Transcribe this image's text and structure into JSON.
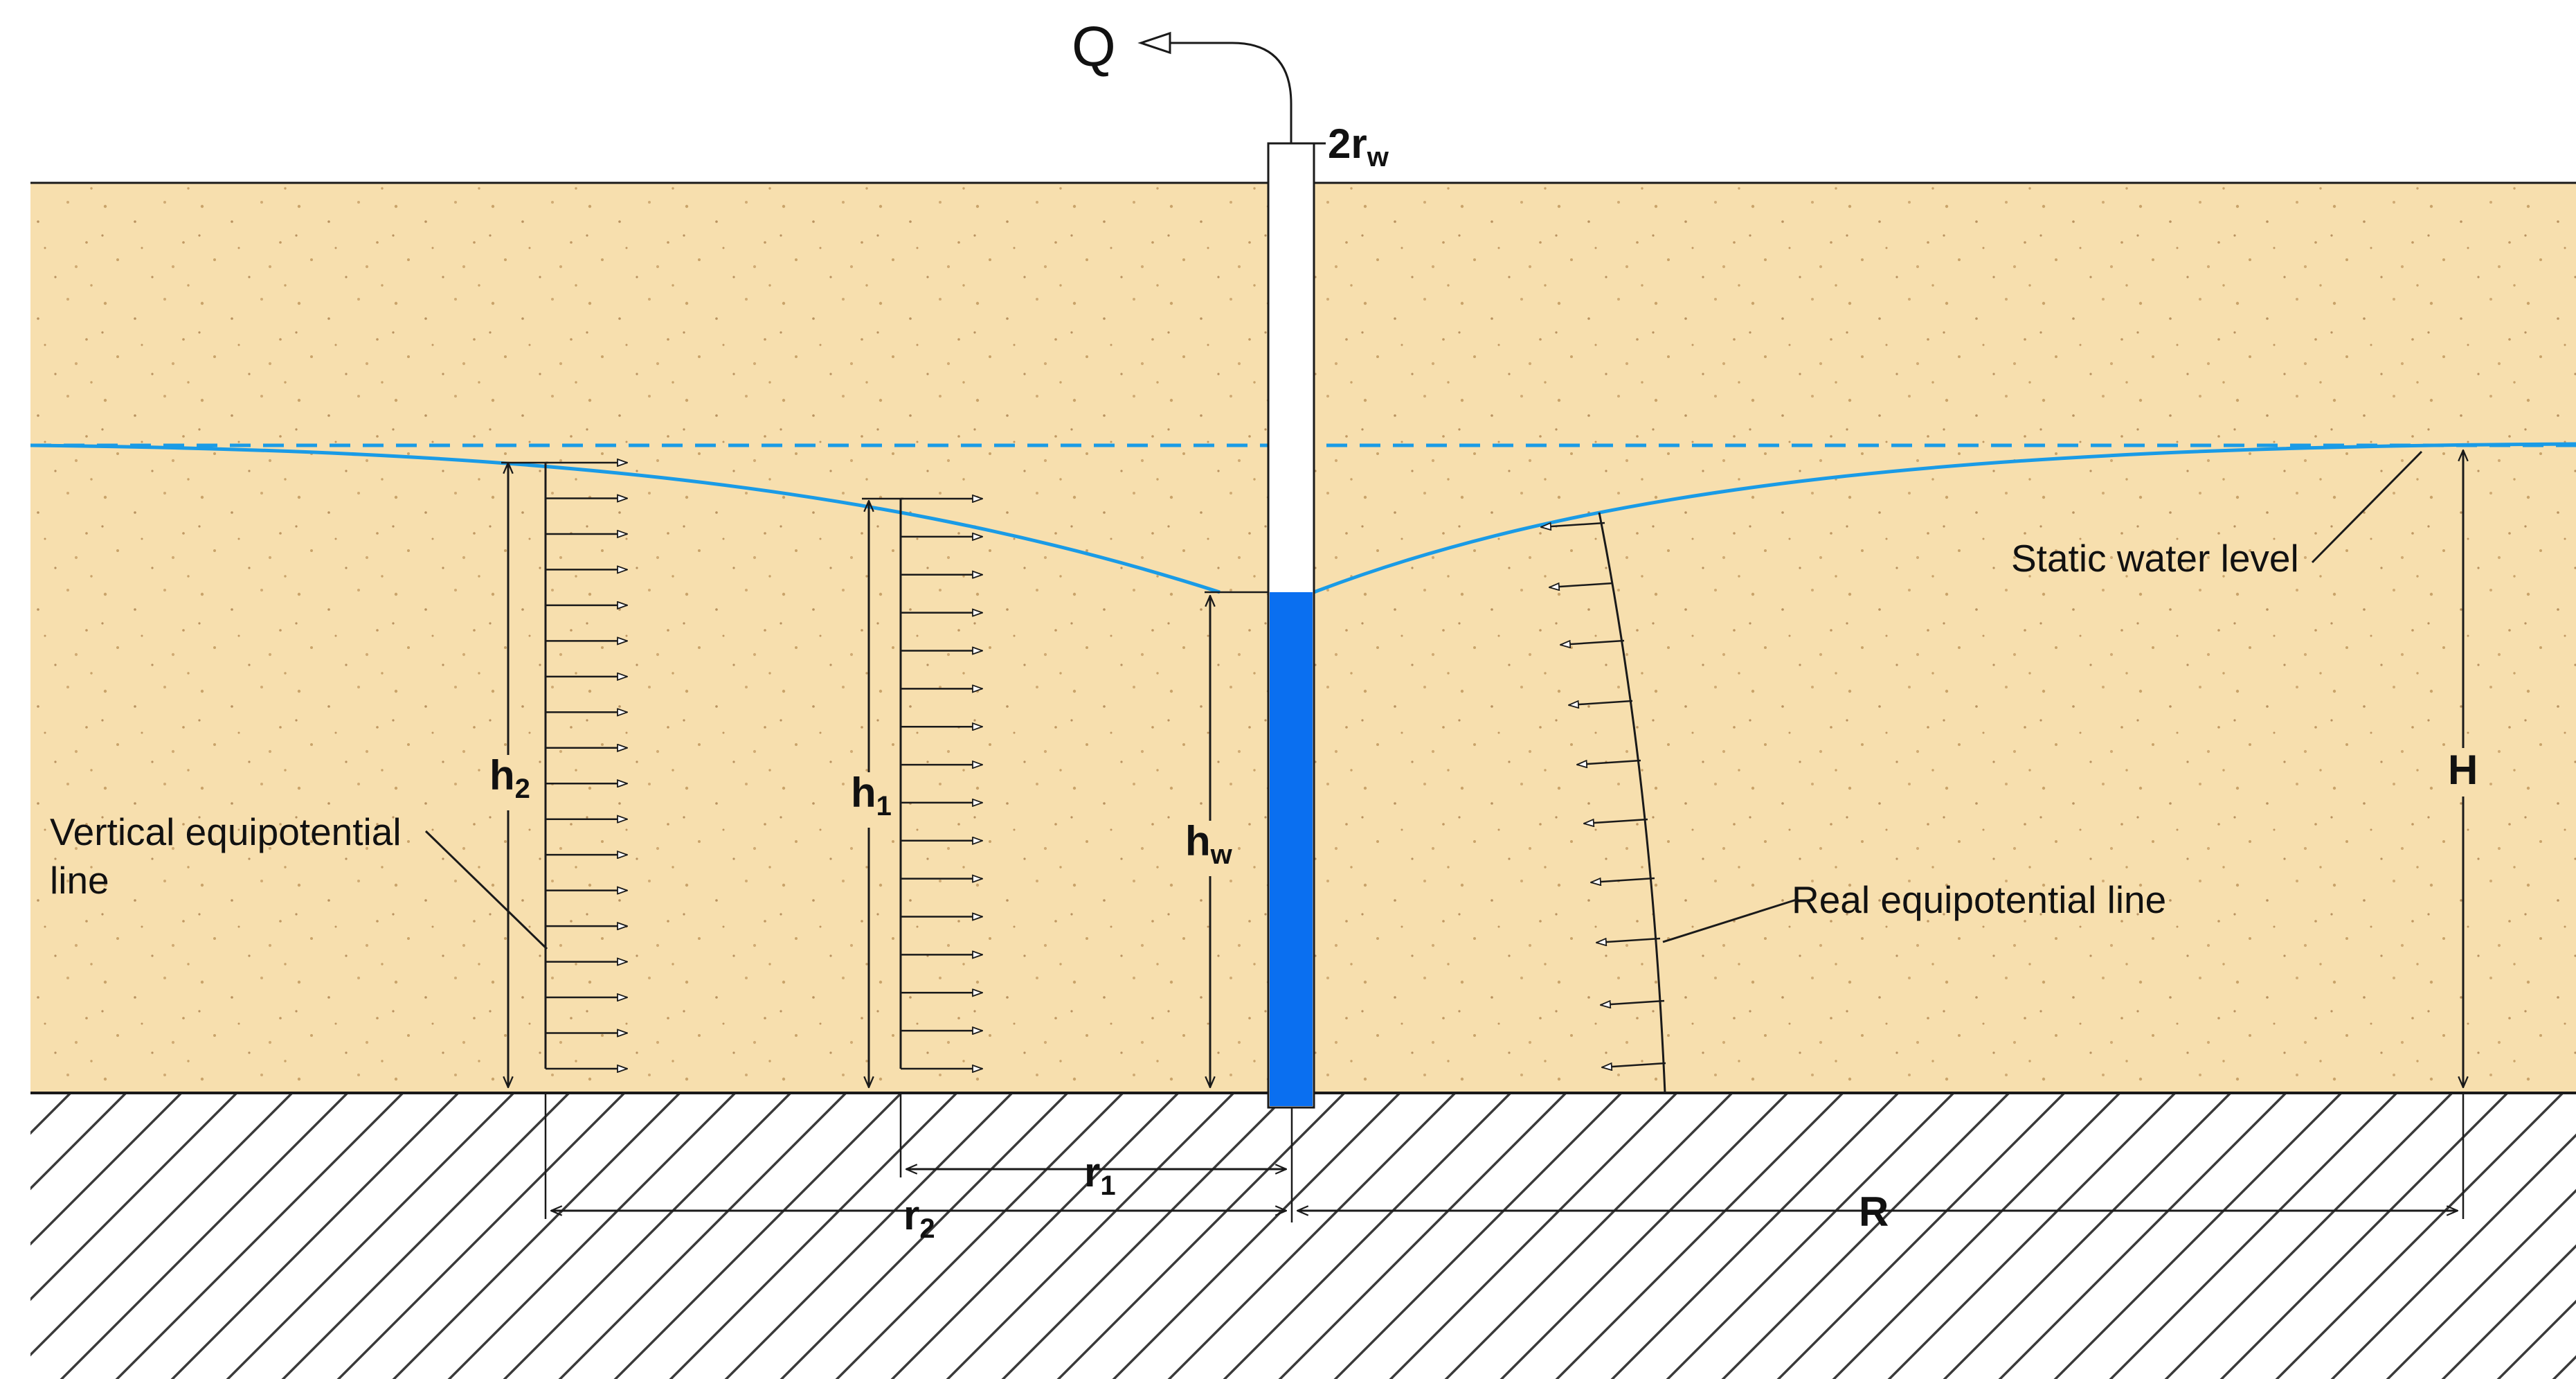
{
  "flow_symbol": "Q",
  "well_diameter": {
    "main": "2r",
    "sub": "w"
  },
  "annotations": {
    "static_water_level": "Static water level",
    "vertical_equipotential_line_1": "Vertical equipotential",
    "vertical_equipotential_line_2": "line",
    "real_equipotential_line": "Real equipotential line"
  },
  "heights": {
    "h2": {
      "main": "h",
      "sub": "2"
    },
    "h1": {
      "main": "h",
      "sub": "1"
    },
    "hw": {
      "main": "h",
      "sub": "w"
    },
    "H": {
      "main": "H"
    }
  },
  "distances": {
    "r1": {
      "main": "r",
      "sub": "1"
    },
    "r2": {
      "main": "r",
      "sub": "2"
    },
    "R": {
      "main": "R"
    }
  },
  "colors": {
    "soil": "#f7dfae",
    "water_line": "#1a9be6",
    "well_water": "#0a6ff0",
    "ink": "#1a1a1a"
  }
}
